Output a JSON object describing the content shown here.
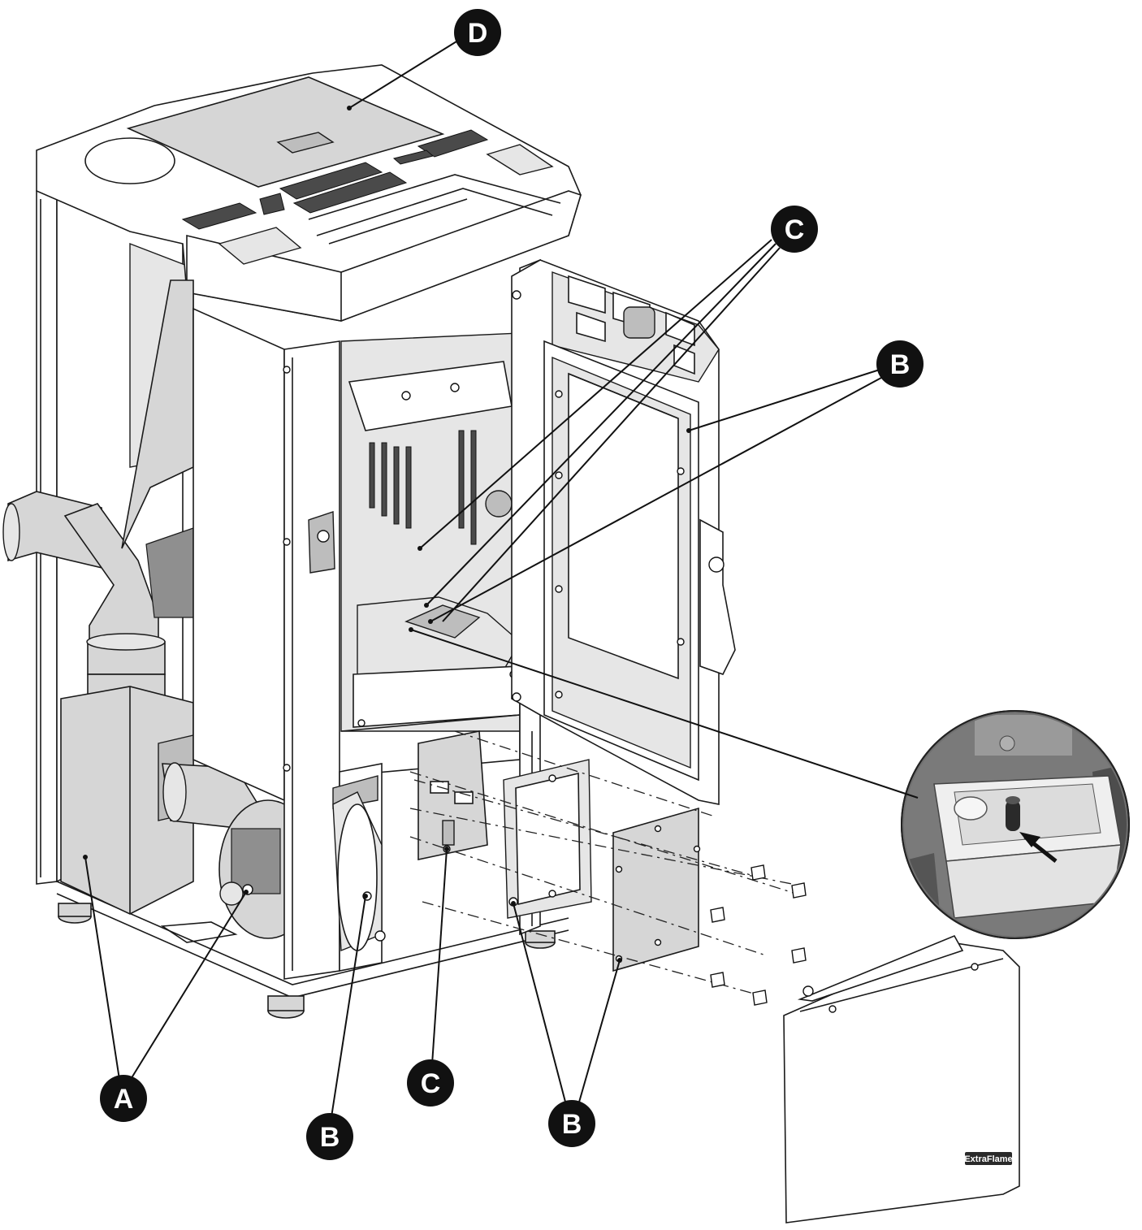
{
  "diagram": {
    "callouts": {
      "d_top": "D",
      "c_upper": "C",
      "b_upper": "B",
      "a_lower": "A",
      "b_lower_left": "B",
      "c_lower": "C",
      "b_lower_right": "B"
    },
    "brand_plate": "ExtraFlame",
    "colors": {
      "callout_fill": "#111111",
      "callout_text": "#ffffff",
      "panel_grey": "#d6d6d6",
      "line": "#1a1a1a"
    }
  }
}
